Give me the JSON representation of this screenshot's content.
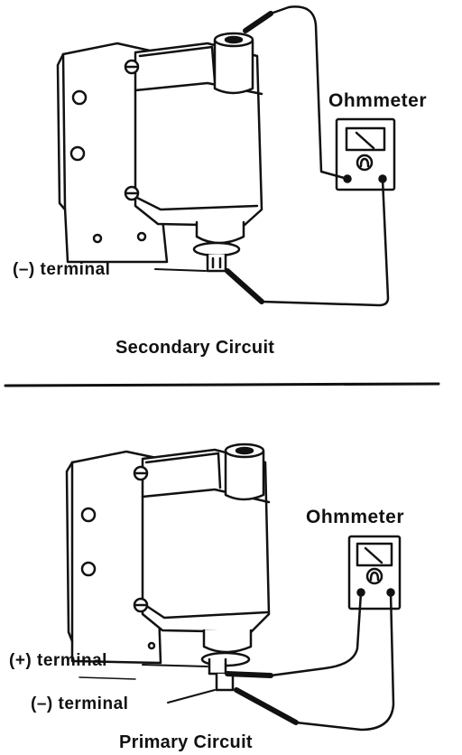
{
  "top_panel": {
    "meter_label": "Ohmmeter",
    "terminal_label": "(–) terminal",
    "caption": "Secondary Circuit"
  },
  "bottom_panel": {
    "meter_label": "Ohmmeter",
    "plus_terminal_label": "(+) terminal",
    "minus_terminal_label": "(–) terminal",
    "caption": "Primary Circuit"
  },
  "colors": {
    "ink": "#111111",
    "paper": "#ffffff"
  }
}
